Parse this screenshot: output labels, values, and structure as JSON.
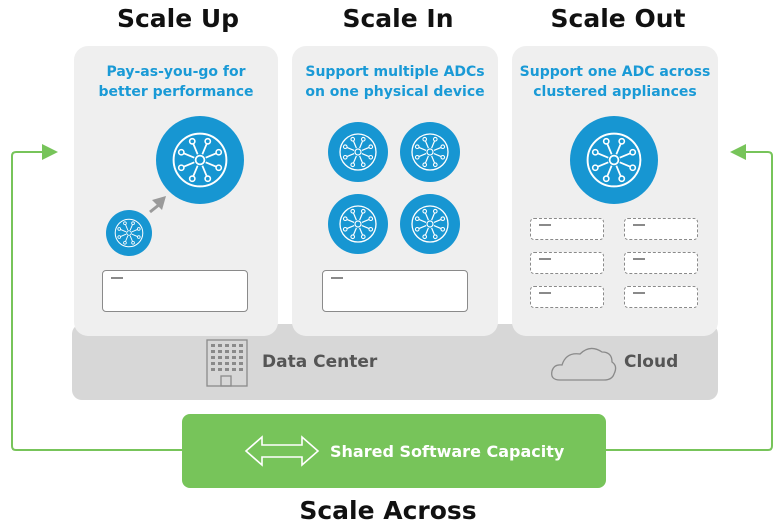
{
  "headings": {
    "scale_up": "Scale Up",
    "scale_in": "Scale In",
    "scale_out": "Scale Out",
    "scale_across": "Scale Across"
  },
  "panels": {
    "scale_up_text": [
      "Pay-as-you-go for",
      "better performance"
    ],
    "scale_in_text": [
      "Support multiple ADCs",
      "on one physical device"
    ],
    "scale_out_text": [
      "Support one ADC across",
      "clustered appliances"
    ]
  },
  "base": {
    "data_center": "Data Center",
    "cloud": "Cloud"
  },
  "shared": {
    "label": "Shared Software Capacity"
  },
  "colors": {
    "accent_blue": "#1796d2",
    "accent_green": "#77c45a",
    "panel_gray": "#efefef",
    "base_gray": "#d7d7d7"
  }
}
